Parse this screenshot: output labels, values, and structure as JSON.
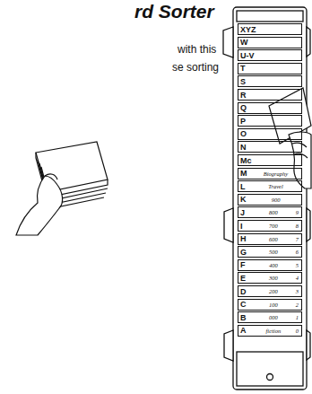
{
  "diagram": {
    "title": "rd Sorter",
    "nodes": [
      {
        "text": [
          "XYZ"
        ]
      },
      {
        "text": [
          "W"
        ]
      },
      {
        "text": [
          "U-V"
        ]
      },
      {
        "text": [
          "T"
        ]
      },
      {
        "text": [
          "S"
        ]
      },
      {
        "text": [
          "R"
        ]
      },
      {
        "text": [
          "Q"
        ]
      },
      {
        "text": [
          "P"
        ]
      },
      {
        "text": [
          "O"
        ]
      },
      {
        "text": [
          "N"
        ]
      },
      {
        "text": [
          "Mc"
        ]
      },
      {
        "text": [
          "M",
          "Biography"
        ]
      },
      {
        "text": [
          "L",
          "Travel"
        ]
      },
      {
        "text": [
          "K",
          "900"
        ]
      },
      {
        "text": [
          "J",
          "800",
          "9"
        ]
      },
      {
        "text": [
          "I",
          "700",
          "8"
        ]
      },
      {
        "text": [
          "H",
          "600",
          "7"
        ]
      },
      {
        "text": [
          "G",
          "500",
          "6"
        ]
      },
      {
        "text": [
          "F",
          "400",
          "5"
        ]
      },
      {
        "text": [
          "E",
          "300",
          "4"
        ]
      },
      {
        "text": [
          "D",
          "200",
          "3"
        ]
      },
      {
        "text": [
          "C",
          "100",
          "2"
        ]
      },
      {
        "text": [
          "B",
          "000",
          "1"
        ]
      },
      {
        "text": [
          "A",
          "fiction",
          "0"
        ]
      }
    ],
    "labels": [
      "with this",
      "se sorting"
    ]
  }
}
